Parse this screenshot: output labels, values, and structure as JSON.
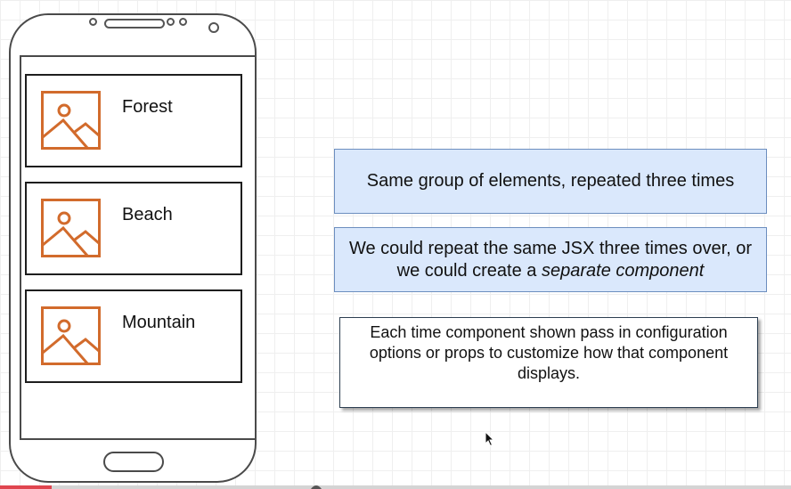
{
  "phone": {
    "cards": [
      {
        "label": "Forest",
        "icon": "image-icon"
      },
      {
        "label": "Beach",
        "icon": "image-icon"
      },
      {
        "label": "Mountain",
        "icon": "image-icon"
      }
    ]
  },
  "notes": {
    "repeated": "Same group of elements, repeated three times",
    "jsx_line1": "We could repeat the same JSX three times over, or",
    "jsx_line2_prefix": "we could create a ",
    "jsx_line2_emphasis": "separate component",
    "config": "Each time component shown pass in configuration options or props to customize how that component displays."
  },
  "colors": {
    "image_icon": "#d26b2c",
    "note_blue_fill": "#dae8fc",
    "note_blue_border": "#6c8ebf",
    "video_progress": "#e0454f"
  },
  "video": {
    "progress_fraction": 0.065
  }
}
